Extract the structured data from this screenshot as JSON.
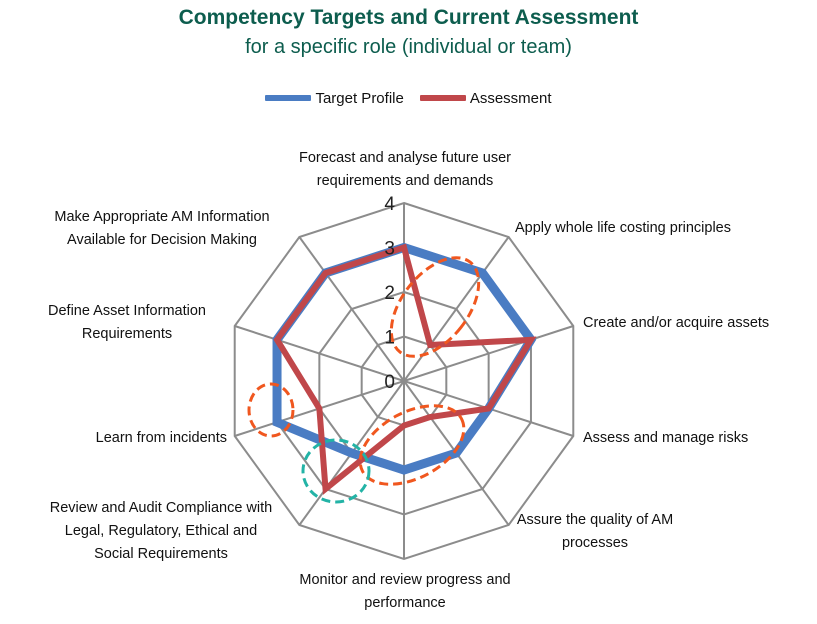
{
  "header": {
    "title": "Competency Targets and Current Assessment",
    "subtitle": "for a specific role (individual or team)"
  },
  "colors": {
    "target": "#4a7cc3",
    "assessment": "#c0474a",
    "grid": "#8c8c8c",
    "title": "#0d5d4e",
    "highlight_gap": "#f0571f",
    "highlight_over": "#23b3a6"
  },
  "chart_data": {
    "type": "radar",
    "title": "Competency Targets and Current Assessment",
    "subtitle": "for a specific role (individual or team)",
    "legend_position": "top",
    "grid": true,
    "rlim": [
      0,
      4
    ],
    "ticks": [
      "0",
      "1",
      "2",
      "3",
      "4"
    ],
    "categories": [
      "Forecast and analyse future user requirements and demands",
      "Apply whole life costing principles",
      "Create and/or acquire assets",
      "Assess and manage risks",
      "Assure the quality of AM processes",
      "Monitor and review progress and performance",
      "Review and Audit Compliance with Legal, Regulatory, Ethical and Social Requirements",
      "Learn from incidents",
      "Define Asset Information Requirements",
      "Make Appropriate AM Information Available for Decision Making"
    ],
    "series": [
      {
        "name": "Target Profile",
        "values": [
          3,
          3,
          3,
          2,
          2,
          2,
          2,
          3,
          3,
          3
        ]
      },
      {
        "name": "Assessment",
        "values": [
          3,
          1,
          3,
          2,
          1,
          1,
          3,
          2,
          3,
          3
        ]
      }
    ]
  }
}
